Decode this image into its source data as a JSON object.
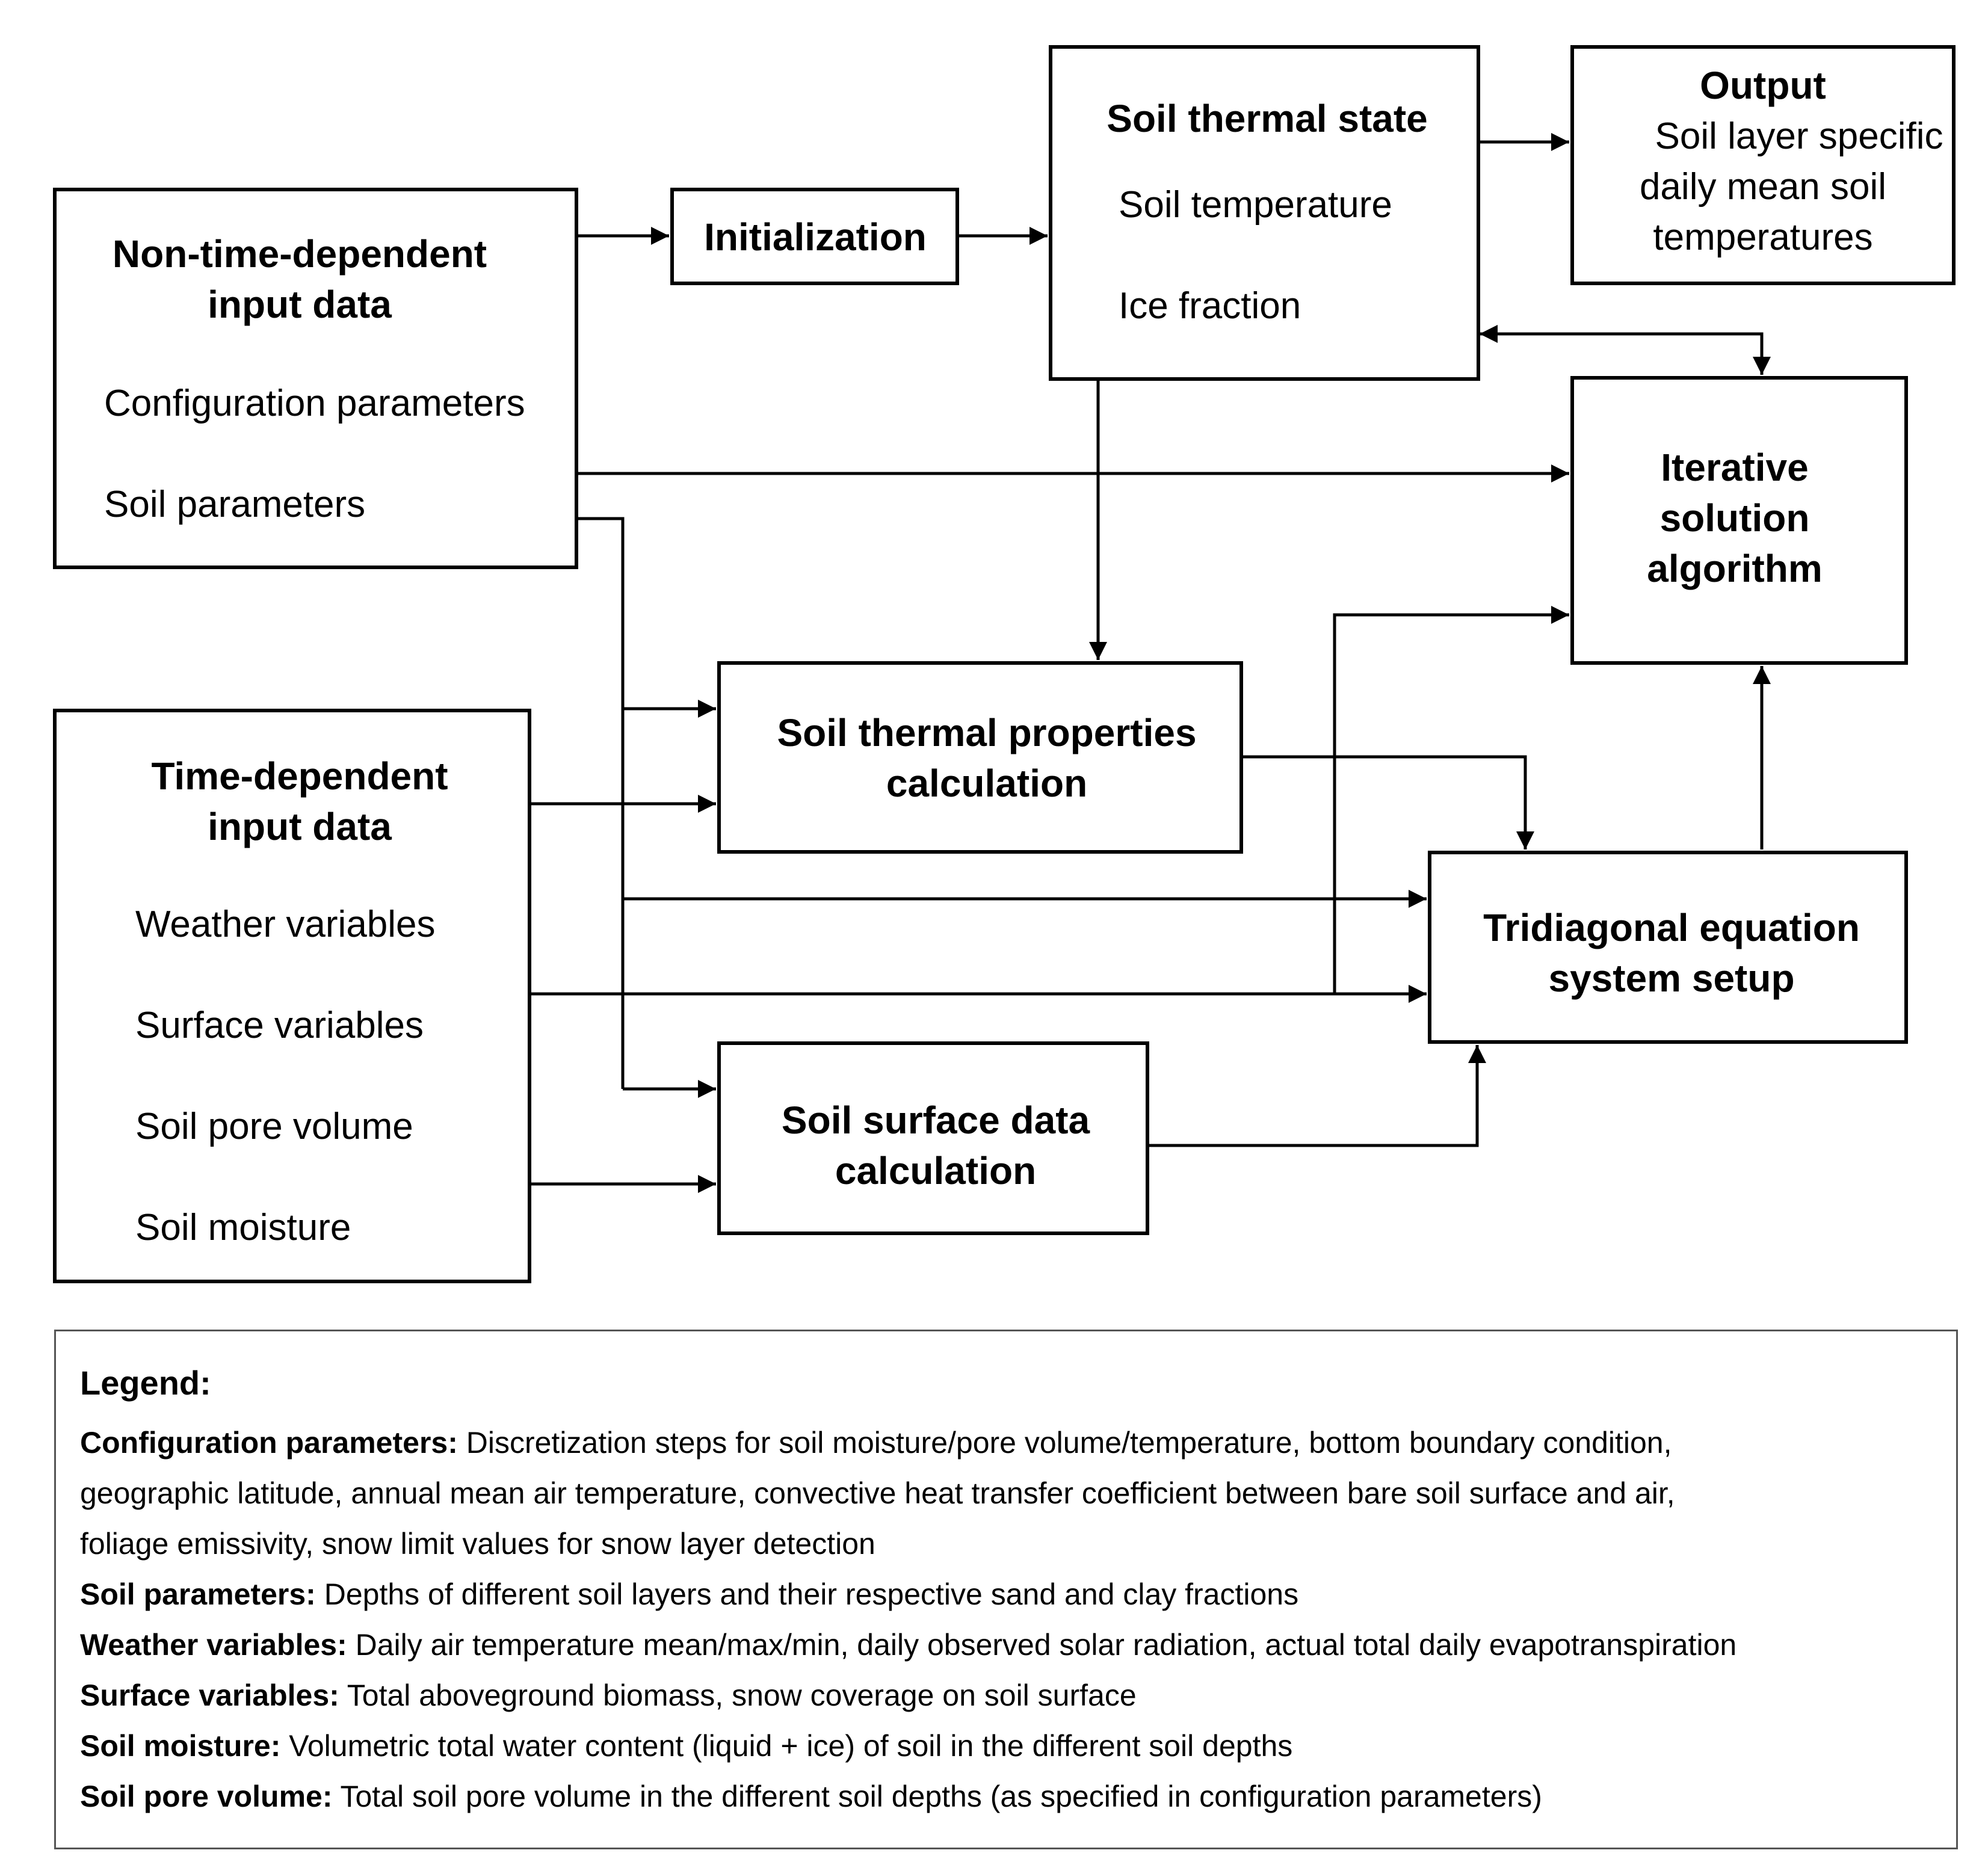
{
  "boxes": {
    "non_time": {
      "title_1": "Non-time-dependent",
      "title_2": "input data",
      "item_1": "Configuration parameters",
      "item_2": "Soil parameters"
    },
    "initialization": {
      "title": "Initialization"
    },
    "soil_thermal_state": {
      "title": "Soil thermal state",
      "item_1": "Soil temperature",
      "item_2": "Ice fraction"
    },
    "output": {
      "title": "Output",
      "line_1": "Soil layer specific",
      "line_2": "daily mean soil",
      "line_3": "temperatures"
    },
    "iterative": {
      "line_1": "Iterative",
      "line_2": "solution",
      "line_3": "algorithm"
    },
    "time_dep": {
      "title_1": "Time-dependent",
      "title_2": "input data",
      "item_1": "Weather variables",
      "item_2": "Surface variables",
      "item_3": "Soil pore volume",
      "item_4": "Soil moisture"
    },
    "thermal_props": {
      "line_1": "Soil thermal properties",
      "line_2": "calculation"
    },
    "tridiagonal": {
      "line_1": "Tridiagonal equation",
      "line_2": "system setup"
    },
    "surface_data": {
      "line_1": "Soil surface data",
      "line_2": "calculation"
    }
  },
  "legend": {
    "title": "Legend:",
    "config_label": "Configuration parameters:",
    "config_text_1": " Discretization steps for soil moisture/pore volume/temperature, bottom boundary condition,",
    "config_text_2": "geographic latitude, annual mean air temperature, convective heat transfer coefficient between bare soil surface and air,",
    "config_text_3": "foliage emissivity, snow limit values for snow layer detection",
    "soil_params_label": "Soil parameters:",
    "soil_params_text": " Depths of different soil layers and their respective sand and clay fractions",
    "weather_label": "Weather variables:",
    "weather_text": " Daily air temperature mean/max/min, daily observed solar radiation, actual total daily evapotranspiration",
    "surface_label": "Surface variables:",
    "surface_text": " Total aboveground biomass, snow coverage on soil surface",
    "moisture_label": "Soil moisture:",
    "moisture_text": " Volumetric total water content (liquid + ice) of soil in the different soil depths",
    "pore_label": "Soil pore volume:",
    "pore_text": " Total soil pore volume in the different soil depths (as specified in configuration parameters)"
  }
}
